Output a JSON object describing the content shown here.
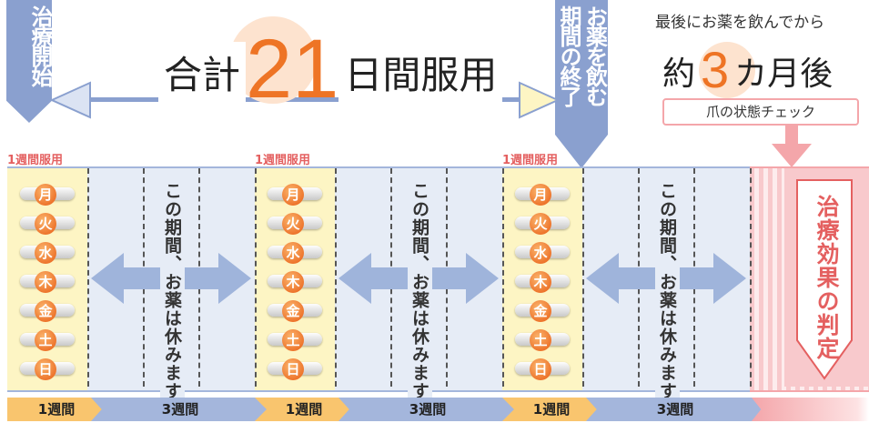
{
  "start_label": "治療開始",
  "end_label": "お薬を飲む期間の終了",
  "end_label_col1": "お薬を飲む",
  "end_label_col2": "期間の終了",
  "total": {
    "prefix": "合計",
    "number": "21",
    "suffix": "日間服用"
  },
  "after": {
    "caption": "最後にお薬を飲んでから",
    "prefix": "約",
    "number": "3",
    "suffix": "カ月後"
  },
  "check_label": "爪の状態チェック",
  "week_label": "1週間服用",
  "days": [
    "月",
    "火",
    "水",
    "木",
    "金",
    "土",
    "日"
  ],
  "rest_text": "この期間、お薬は休みます",
  "result_label": "治療効果の判定",
  "timeline": {
    "week1": "1週間",
    "week3": "3週間"
  },
  "colors": {
    "blue": "#8aa0cf",
    "orange": "#e85b12",
    "pink": "#f4a6aa",
    "red_text": "#e46060"
  }
}
